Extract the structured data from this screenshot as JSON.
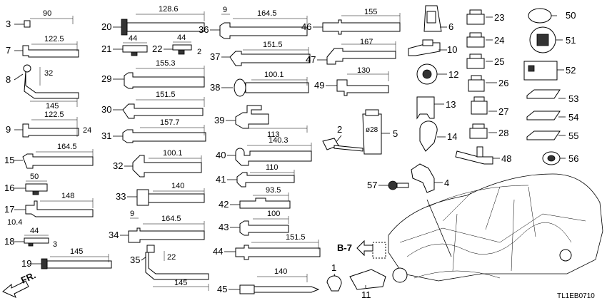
{
  "parts": [
    {
      "no": "1",
      "dim": ""
    },
    {
      "no": "2",
      "dim": ""
    },
    {
      "no": "3",
      "dim": "90"
    },
    {
      "no": "4",
      "dim": ""
    },
    {
      "no": "5",
      "dim": "ø28"
    },
    {
      "no": "6",
      "dim": ""
    },
    {
      "no": "7",
      "dim": "122.5"
    },
    {
      "no": "8",
      "dim": "32",
      "dim2": "145"
    },
    {
      "no": "9",
      "dim": "122.5",
      "dim2": "24"
    },
    {
      "no": "10",
      "dim": ""
    },
    {
      "no": "11",
      "dim": ""
    },
    {
      "no": "12",
      "dim": ""
    },
    {
      "no": "13",
      "dim": ""
    },
    {
      "no": "14",
      "dim": ""
    },
    {
      "no": "15",
      "dim": "164.5"
    },
    {
      "no": "16",
      "dim": "50"
    },
    {
      "no": "17",
      "dim": "148",
      "dim2": "10.4"
    },
    {
      "no": "18",
      "dim": "44",
      "dim2": "3"
    },
    {
      "no": "19",
      "dim": "145"
    },
    {
      "no": "20",
      "dim": "128.6"
    },
    {
      "no": "21",
      "dim": "44"
    },
    {
      "no": "22",
      "dim": "44",
      "dim2": "2"
    },
    {
      "no": "23",
      "dim": ""
    },
    {
      "no": "24",
      "dim": ""
    },
    {
      "no": "25",
      "dim": ""
    },
    {
      "no": "26",
      "dim": ""
    },
    {
      "no": "27",
      "dim": ""
    },
    {
      "no": "28",
      "dim": ""
    },
    {
      "no": "29",
      "dim": "155.3"
    },
    {
      "no": "30",
      "dim": "151.5"
    },
    {
      "no": "31",
      "dim": "157.7"
    },
    {
      "no": "32",
      "dim": "100.1"
    },
    {
      "no": "33",
      "dim": "140"
    },
    {
      "no": "34",
      "dim": "164.5",
      "dim2": "9"
    },
    {
      "no": "35",
      "dim": "22",
      "dim2": "145"
    },
    {
      "no": "36",
      "dim": "164.5",
      "dim2": "9"
    },
    {
      "no": "37",
      "dim": "151.5"
    },
    {
      "no": "38",
      "dim": "100.1"
    },
    {
      "no": "39",
      "dim": "113"
    },
    {
      "no": "40",
      "dim": "140.3"
    },
    {
      "no": "41",
      "dim": "110"
    },
    {
      "no": "42",
      "dim": "93.5"
    },
    {
      "no": "43",
      "dim": "100"
    },
    {
      "no": "44",
      "dim": "151.5"
    },
    {
      "no": "45",
      "dim": "140"
    },
    {
      "no": "46",
      "dim": "155"
    },
    {
      "no": "47",
      "dim": "167"
    },
    {
      "no": "48",
      "dim": ""
    },
    {
      "no": "49",
      "dim": "130"
    },
    {
      "no": "50",
      "dim": ""
    },
    {
      "no": "51",
      "dim": ""
    },
    {
      "no": "52",
      "dim": ""
    },
    {
      "no": "53",
      "dim": ""
    },
    {
      "no": "54",
      "dim": ""
    },
    {
      "no": "55",
      "dim": ""
    },
    {
      "no": "56",
      "dim": ""
    },
    {
      "no": "57",
      "dim": ""
    }
  ],
  "ref_label": "B-7",
  "direction_label": "FR.",
  "diagram_code": "TL1EB0710"
}
